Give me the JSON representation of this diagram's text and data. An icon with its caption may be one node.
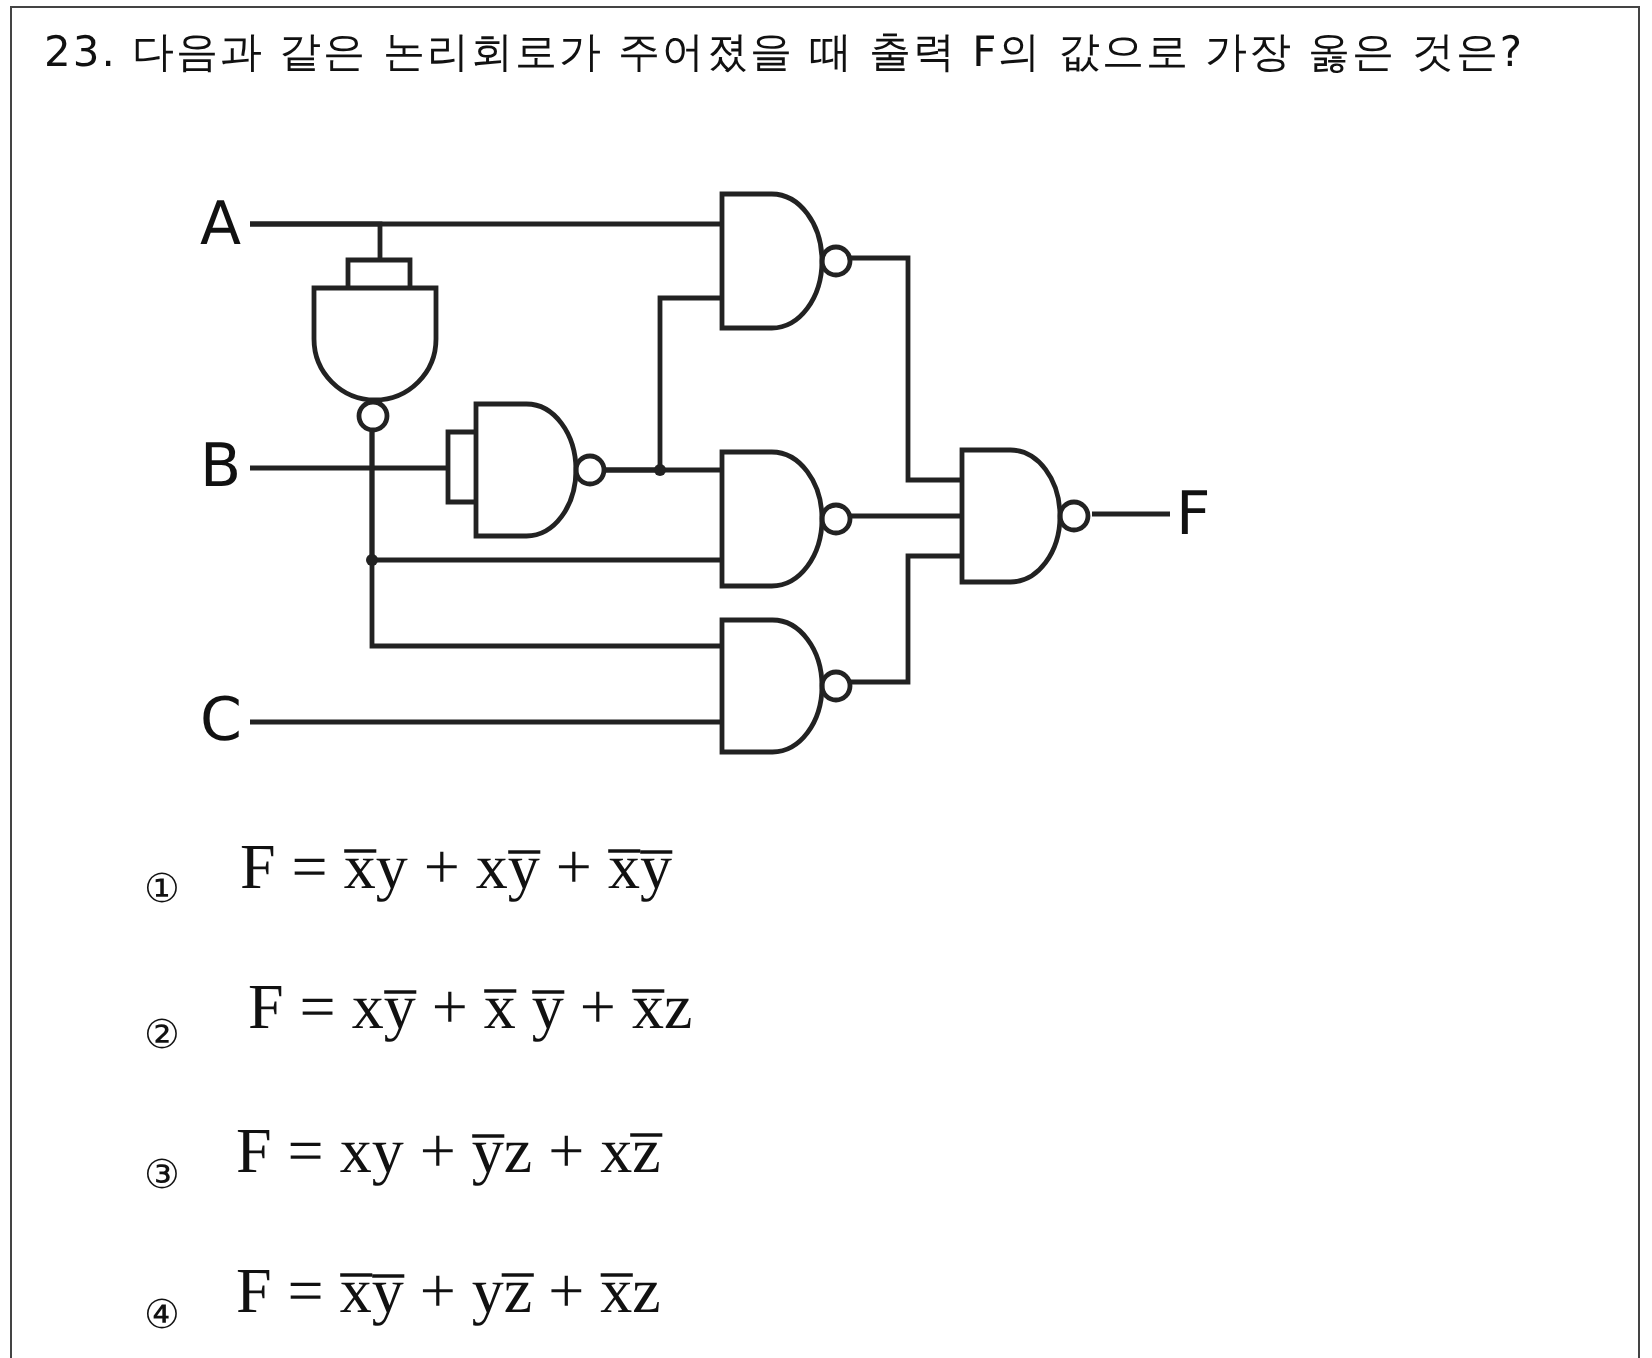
{
  "diagram": {
    "title": "23. 다음과 같은 논리회로가 주어졌을 때 출력 F의 값으로 가장 옳은 것은?",
    "nodes": [
      {
        "text": [
          "A"
        ]
      },
      {
        "text": [
          "B"
        ]
      },
      {
        "text": [
          "C"
        ]
      },
      {
        "text": [],
        "shape": "gate"
      },
      {
        "text": [],
        "shape": "gate"
      },
      {
        "text": [],
        "shape": "gate"
      },
      {
        "text": [],
        "shape": "gate"
      },
      {
        "text": [],
        "shape": "gate"
      },
      {
        "text": [],
        "shape": "gate"
      },
      {
        "text": [
          "F"
        ]
      }
    ],
    "edges": [
      {
        "from": 0,
        "to": 3,
        "arrow": "none"
      },
      {
        "from": 0,
        "to": 5,
        "arrow": "none"
      },
      {
        "from": 1,
        "to": 4,
        "arrow": "none"
      },
      {
        "from": 3,
        "to": 6,
        "arrow": "none"
      },
      {
        "from": 3,
        "to": 7,
        "arrow": "none"
      },
      {
        "from": 4,
        "to": 5,
        "arrow": "none"
      },
      {
        "from": 4,
        "to": 6,
        "arrow": "none"
      },
      {
        "from": 2,
        "to": 7,
        "arrow": "none"
      },
      {
        "from": 5,
        "to": 8,
        "arrow": "none"
      },
      {
        "from": 6,
        "to": 8,
        "arrow": "none"
      },
      {
        "from": 7,
        "to": 8,
        "arrow": "none"
      },
      {
        "from": 8,
        "to": 9,
        "arrow": "none"
      }
    ],
    "labels": [
      "①",
      "F = x̅y + xy̅ + x̅y̅",
      "②",
      "F = xy̅ + x̅ y̅ + x̅z",
      "③",
      "F = xy + y̅z + xz̅",
      "④",
      "F = x̅y̅ + yz̅ + x̅z"
    ]
  }
}
